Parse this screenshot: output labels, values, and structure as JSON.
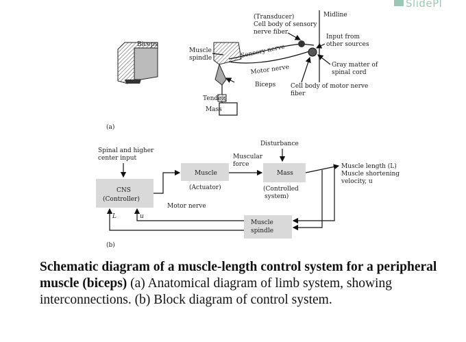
{
  "watermark": {
    "text": "SlidePl"
  },
  "panel_a": {
    "label": "(a)",
    "biceps_arm": "Biceps",
    "muscle_spindle": [
      "Muscle",
      "spindle"
    ],
    "transducer": [
      "(Transducer)",
      "Cell body of sensory",
      "nerve fiber"
    ],
    "midline": "Midline",
    "input_from": [
      "Input from",
      "other sources"
    ],
    "sensory_nerve": "Sensory nerve",
    "gray_matter": [
      "Gray matter of",
      "spinal cord"
    ],
    "motor_nerve": "Motor nerve",
    "biceps": "Biceps",
    "cell_body_motor": [
      "Cell body of motor nerve",
      "fiber"
    ],
    "tendon": "Tendon",
    "mass": "Mass"
  },
  "panel_b": {
    "label": "(b)",
    "spinal_input": [
      "Spinal and higher",
      "center input"
    ],
    "cns": [
      "CNS",
      "(Controller)"
    ],
    "muscle": "Muscle",
    "actuator": "(Actuator)",
    "muscular_force": [
      "Muscular",
      "force"
    ],
    "disturbance": "Disturbance",
    "mass": "Mass",
    "controlled_system": [
      "(Controlled",
      "system)"
    ],
    "outputs": [
      "Muscle length (L)",
      "Muscle shortening",
      "velocity, u"
    ],
    "motor_nerve": "Motor nerve",
    "muscle_spindle": [
      "Muscle",
      "spindle"
    ],
    "feedback_L": "L",
    "feedback_u": "u"
  },
  "caption": {
    "bold": "Schematic diagram of a muscle-length control system for a peripheral muscle (biceps)",
    "rest": " (a) Anatomical diagram of limb system, showing interconnections. (b) Block diagram of control system."
  }
}
